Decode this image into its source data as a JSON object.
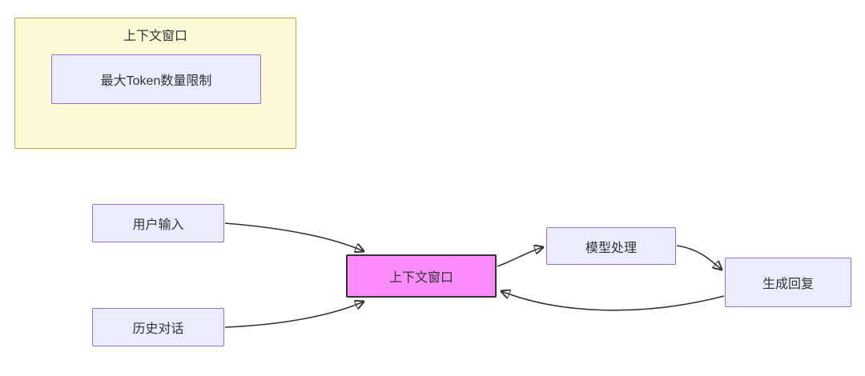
{
  "diagram": {
    "subgraph": {
      "title": "上下文窗口",
      "max_token_node": "最大Token数量限制"
    },
    "nodes": {
      "user_input": "用户输入",
      "history_dialog": "历史对话",
      "context_window": "上下文窗口",
      "model_process": "模型处理",
      "generate_reply": "生成回复"
    },
    "colors": {
      "subgraph_fill": "#fbfbd8",
      "subgraph_border": "#adad4e",
      "node_fill": "#ececff",
      "node_border": "#9370db",
      "highlight_fill": "#fc8bfc",
      "highlight_border": "#333333",
      "edge": "#333333",
      "text": "#333333"
    }
  }
}
